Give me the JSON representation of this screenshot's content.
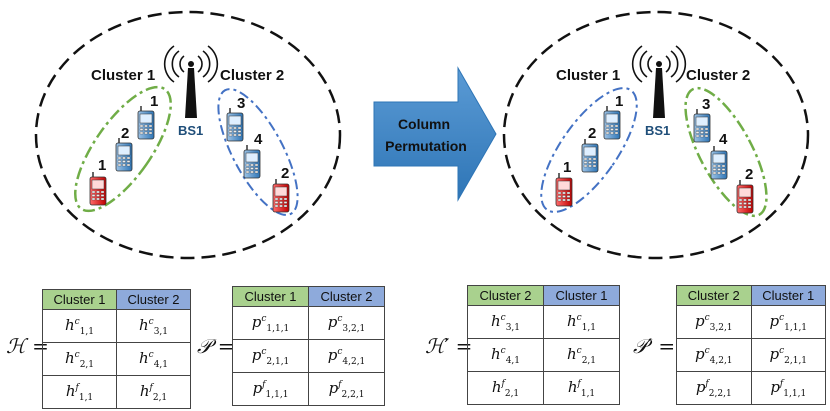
{
  "left_panel": {
    "cluster1_label": "Cluster 1",
    "cluster2_label": "Cluster 2",
    "bs_label": "BS1",
    "users_cluster1": [
      "1",
      "2",
      "1"
    ],
    "users_cluster2": [
      "3",
      "4",
      "2"
    ]
  },
  "arrow": {
    "line1": "Column",
    "line2": "Permutation"
  },
  "right_panel": {
    "cluster1_label": "Cluster 1",
    "cluster2_label": "Cluster 2",
    "bs_label": "BS1",
    "users_cluster1": [
      "1",
      "2",
      "1"
    ],
    "users_cluster2": [
      "3",
      "4",
      "2"
    ]
  },
  "matrices": {
    "H": {
      "symbol": "ℋ =",
      "headers": [
        "Cluster 1",
        "Cluster 2"
      ],
      "header_colors": [
        "#a9d18e",
        "#8eaadb"
      ],
      "rows": [
        [
          {
            "b": "h",
            "sup": "c",
            "sub": "1,1"
          },
          {
            "b": "h",
            "sup": "c",
            "sub": "3,1"
          }
        ],
        [
          {
            "b": "h",
            "sup": "c",
            "sub": "2,1"
          },
          {
            "b": "h",
            "sup": "c",
            "sub": "4,1"
          }
        ],
        [
          {
            "b": "h",
            "sup": "f",
            "sub": "1,1"
          },
          {
            "b": "h",
            "sup": "f",
            "sub": "2,1"
          }
        ]
      ]
    },
    "P": {
      "symbol": "𝒫 =",
      "headers": [
        "Cluster 1",
        "Cluster 2"
      ],
      "header_colors": [
        "#a9d18e",
        "#8eaadb"
      ],
      "rows": [
        [
          {
            "b": "p",
            "sup": "c",
            "sub": "1,1,1"
          },
          {
            "b": "p",
            "sup": "c",
            "sub": "3,2,1"
          }
        ],
        [
          {
            "b": "p",
            "sup": "c",
            "sub": "2,1,1"
          },
          {
            "b": "p",
            "sup": "c",
            "sub": "4,2,1"
          }
        ],
        [
          {
            "b": "p",
            "sup": "f",
            "sub": "1,1,1"
          },
          {
            "b": "p",
            "sup": "f",
            "sub": "2,2,1"
          }
        ]
      ]
    },
    "H_prime": {
      "symbol": "ℋ′ =",
      "headers": [
        "Cluster 2",
        "Cluster 1"
      ],
      "header_colors": [
        "#a9d18e",
        "#8eaadb"
      ],
      "rows": [
        [
          {
            "b": "h",
            "sup": "c",
            "sub": "3,1"
          },
          {
            "b": "h",
            "sup": "c",
            "sub": "1,1"
          }
        ],
        [
          {
            "b": "h",
            "sup": "c",
            "sub": "4,1"
          },
          {
            "b": "h",
            "sup": "c",
            "sub": "2,1"
          }
        ],
        [
          {
            "b": "h",
            "sup": "f",
            "sub": "2,1"
          },
          {
            "b": "h",
            "sup": "f",
            "sub": "1,1"
          }
        ]
      ]
    },
    "P_prime": {
      "symbol": "𝒫′ =",
      "headers": [
        "Cluster 2",
        "Cluster 1"
      ],
      "header_colors": [
        "#a9d18e",
        "#8eaadb"
      ],
      "rows": [
        [
          {
            "b": "p",
            "sup": "c",
            "sub": "3,2,1"
          },
          {
            "b": "p",
            "sup": "c",
            "sub": "1,1,1"
          }
        ],
        [
          {
            "b": "p",
            "sup": "c",
            "sub": "4,2,1"
          },
          {
            "b": "p",
            "sup": "c",
            "sub": "2,1,1"
          }
        ],
        [
          {
            "b": "p",
            "sup": "f",
            "sub": "2,2,1"
          },
          {
            "b": "p",
            "sup": "f",
            "sub": "1,1,1"
          }
        ]
      ]
    }
  }
}
